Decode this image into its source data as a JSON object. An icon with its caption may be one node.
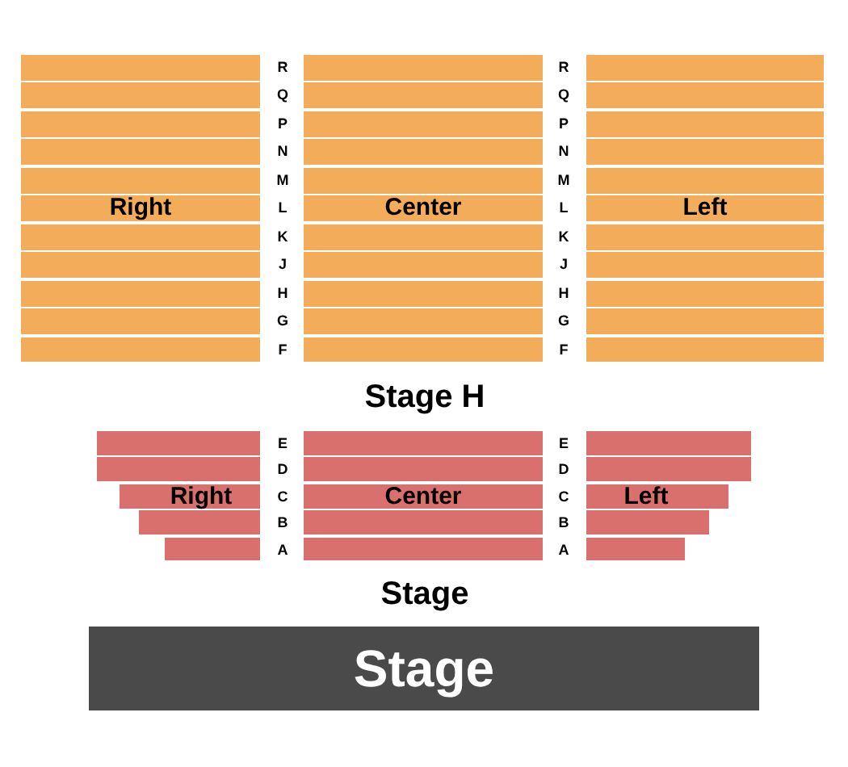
{
  "diagram": {
    "nodes": [
      {
        "text": [
          "Right"
        ]
      },
      {
        "text": [
          "Center"
        ]
      },
      {
        "text": [
          "Left"
        ]
      },
      {
        "text": [
          "Right"
        ]
      },
      {
        "text": [
          "Center"
        ]
      },
      {
        "text": [
          "Left"
        ]
      },
      {
        "text": [
          "Stage"
        ]
      }
    ],
    "labels": [
      "R",
      "R",
      "Q",
      "Q",
      "P",
      "P",
      "N",
      "N",
      "M",
      "M",
      "L",
      "L",
      "K",
      "K",
      "J",
      "J",
      "H",
      "H",
      "G",
      "G",
      "F",
      "F",
      "Stage H",
      "E",
      "E",
      "D",
      "D",
      "C",
      "C",
      "B",
      "B",
      "A",
      "A",
      "Stage"
    ]
  }
}
